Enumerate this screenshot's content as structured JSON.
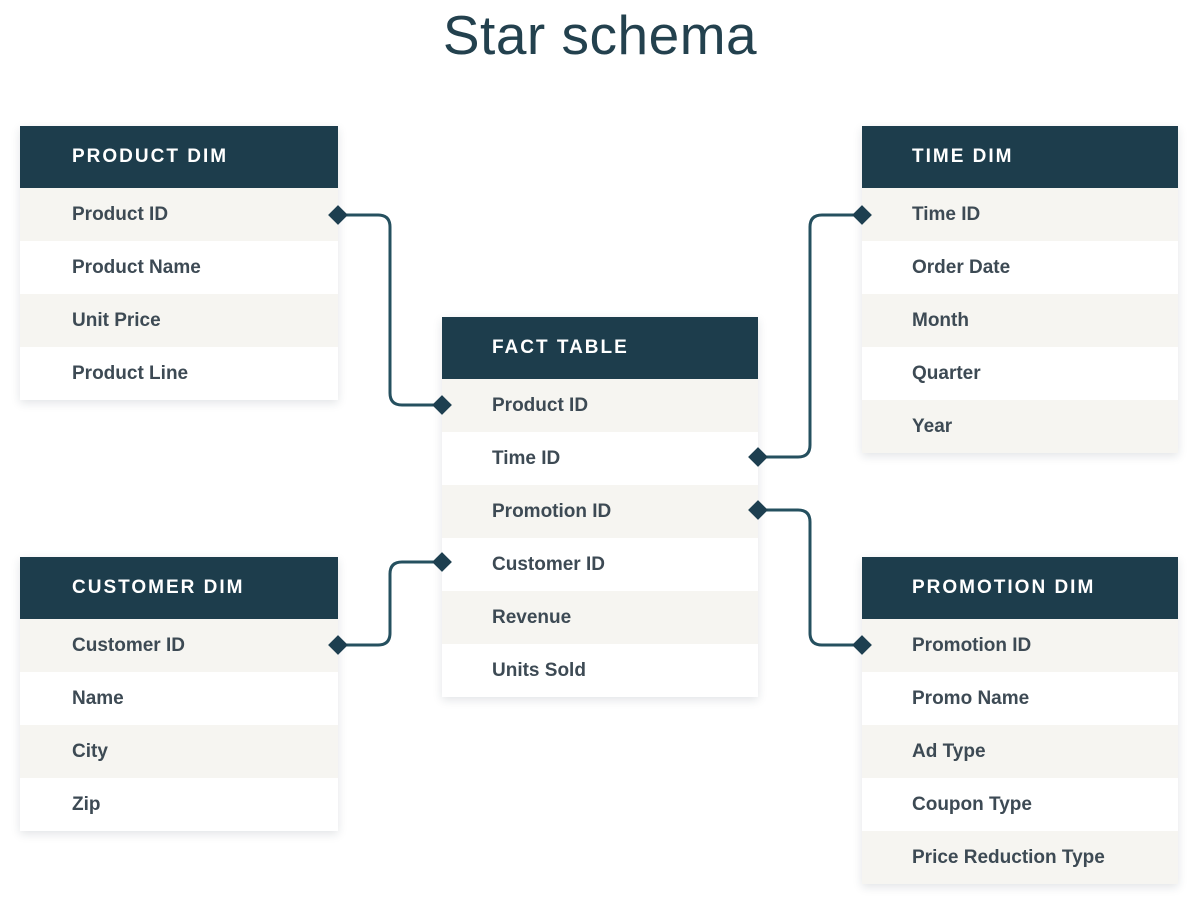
{
  "title": "Star schema",
  "theme": {
    "header_bg": "#1d3d4c",
    "header_text": "#ffffff",
    "row_shaded_bg": "#f6f5f1",
    "row_plain_bg": "#ffffff",
    "row_text": "#3d4a54",
    "connector": "#25505f",
    "title_text": "#23414e",
    "page_bg": "#ffffff"
  },
  "entities": {
    "product": {
      "title": "PRODUCT DIM",
      "fields": [
        {
          "label": "Product ID",
          "shaded": true
        },
        {
          "label": "Product Name",
          "shaded": false
        },
        {
          "label": "Unit Price",
          "shaded": true
        },
        {
          "label": "Product Line",
          "shaded": false
        }
      ]
    },
    "customer": {
      "title": "CUSTOMER DIM",
      "fields": [
        {
          "label": "Customer ID",
          "shaded": true
        },
        {
          "label": "Name",
          "shaded": false
        },
        {
          "label": "City",
          "shaded": true
        },
        {
          "label": "Zip",
          "shaded": false
        }
      ]
    },
    "fact": {
      "title": "FACT TABLE",
      "fields": [
        {
          "label": "Product ID",
          "shaded": true
        },
        {
          "label": "Time ID",
          "shaded": false
        },
        {
          "label": "Promotion ID",
          "shaded": true
        },
        {
          "label": "Customer ID",
          "shaded": false
        },
        {
          "label": "Revenue",
          "shaded": true
        },
        {
          "label": "Units Sold",
          "shaded": false
        }
      ]
    },
    "time": {
      "title": "TIME DIM",
      "fields": [
        {
          "label": "Time ID",
          "shaded": true
        },
        {
          "label": "Order Date",
          "shaded": false
        },
        {
          "label": "Month",
          "shaded": true
        },
        {
          "label": "Quarter",
          "shaded": false
        },
        {
          "label": "Year",
          "shaded": true
        }
      ]
    },
    "promotion": {
      "title": "PROMOTION DIM",
      "fields": [
        {
          "label": "Promotion ID",
          "shaded": true
        },
        {
          "label": "Promo Name",
          "shaded": false
        },
        {
          "label": "Ad Type",
          "shaded": true
        },
        {
          "label": "Coupon Type",
          "shaded": false
        },
        {
          "label": "Price Reduction Type",
          "shaded": true
        }
      ]
    }
  },
  "relationships": [
    {
      "name": "product-to-fact",
      "from_entity": "product",
      "from_field": "Product ID",
      "to_entity": "fact",
      "to_field": "Product ID"
    },
    {
      "name": "fact-to-time",
      "from_entity": "fact",
      "from_field": "Time ID",
      "to_entity": "time",
      "to_field": "Time ID"
    },
    {
      "name": "fact-to-promotion",
      "from_entity": "fact",
      "from_field": "Promotion ID",
      "to_entity": "promotion",
      "to_field": "Promotion ID"
    },
    {
      "name": "customer-to-fact",
      "from_entity": "customer",
      "from_field": "Customer ID",
      "to_entity": "fact",
      "to_field": "Customer ID"
    }
  ]
}
